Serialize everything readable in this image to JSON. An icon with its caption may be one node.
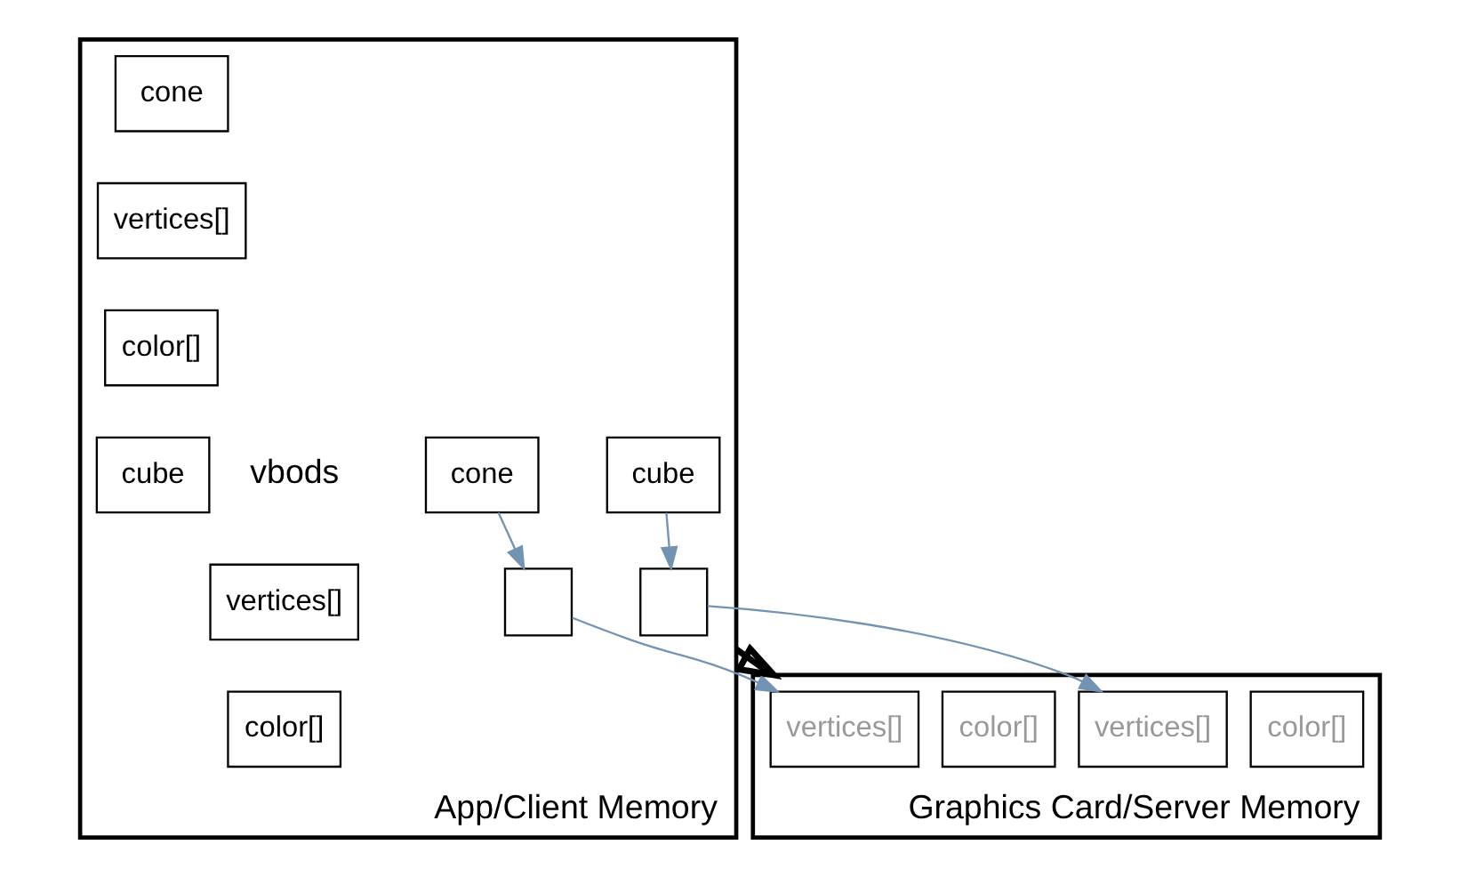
{
  "diagram": {
    "nodes": [
      {
        "text": [
          "App/Client Memory"
        ]
      },
      {
        "text": [
          "cone"
        ],
        "in": 0
      },
      {
        "text": [
          "vertices[]"
        ],
        "in": 0
      },
      {
        "text": [
          "color[]"
        ],
        "in": 0
      },
      {
        "text": [
          "cube"
        ],
        "in": 0
      },
      {
        "text": [
          "vertices[]"
        ],
        "in": 0
      },
      {
        "text": [
          "color[]"
        ],
        "in": 0
      },
      {
        "text": [
          "cone"
        ],
        "in": 0
      },
      {
        "text": [
          "cube"
        ],
        "in": 0
      },
      {
        "text": [],
        "shape": "box",
        "in": 0
      },
      {
        "text": [],
        "shape": "box",
        "in": 0
      },
      {
        "text": [
          "Graphics Card/Server Memory"
        ]
      },
      {
        "text": [
          "vertices[]"
        ],
        "in": 11
      },
      {
        "text": [
          "color[]"
        ],
        "in": 11
      },
      {
        "text": [
          "vertices[]"
        ],
        "in": 11
      },
      {
        "text": [
          "color[]"
        ],
        "in": 11
      }
    ],
    "edges": [
      {
        "from": 7,
        "to": 9,
        "arrow": "to",
        "color": "#7393b3"
      },
      {
        "from": 8,
        "to": 10,
        "arrow": "to",
        "color": "#7393b3"
      },
      {
        "from": 9,
        "to": 12,
        "arrow": "to",
        "color": "#7393b3"
      },
      {
        "from": 10,
        "to": 14,
        "arrow": "to",
        "color": "#7393b3"
      },
      {
        "from": 0,
        "to": 11,
        "arrow": "to",
        "style": "thick",
        "color": "#000000"
      }
    ],
    "labels": [
      "vbods"
    ]
  }
}
